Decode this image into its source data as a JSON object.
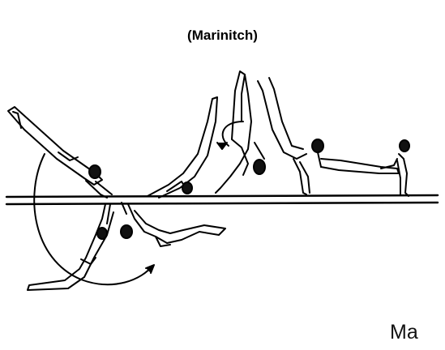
{
  "title": "(Marinitch)",
  "corner_text": "Ma",
  "colors": {
    "ink": "#000000",
    "background": "#ffffff",
    "hair": "#111111"
  },
  "figures": [
    "gymnast-figure",
    "gymnast-figure",
    "gymnast-figure",
    "gymnast-figure",
    "gymnast-figure",
    "gymnast-figure",
    "gymnast-figure",
    "gymnast-figure"
  ]
}
